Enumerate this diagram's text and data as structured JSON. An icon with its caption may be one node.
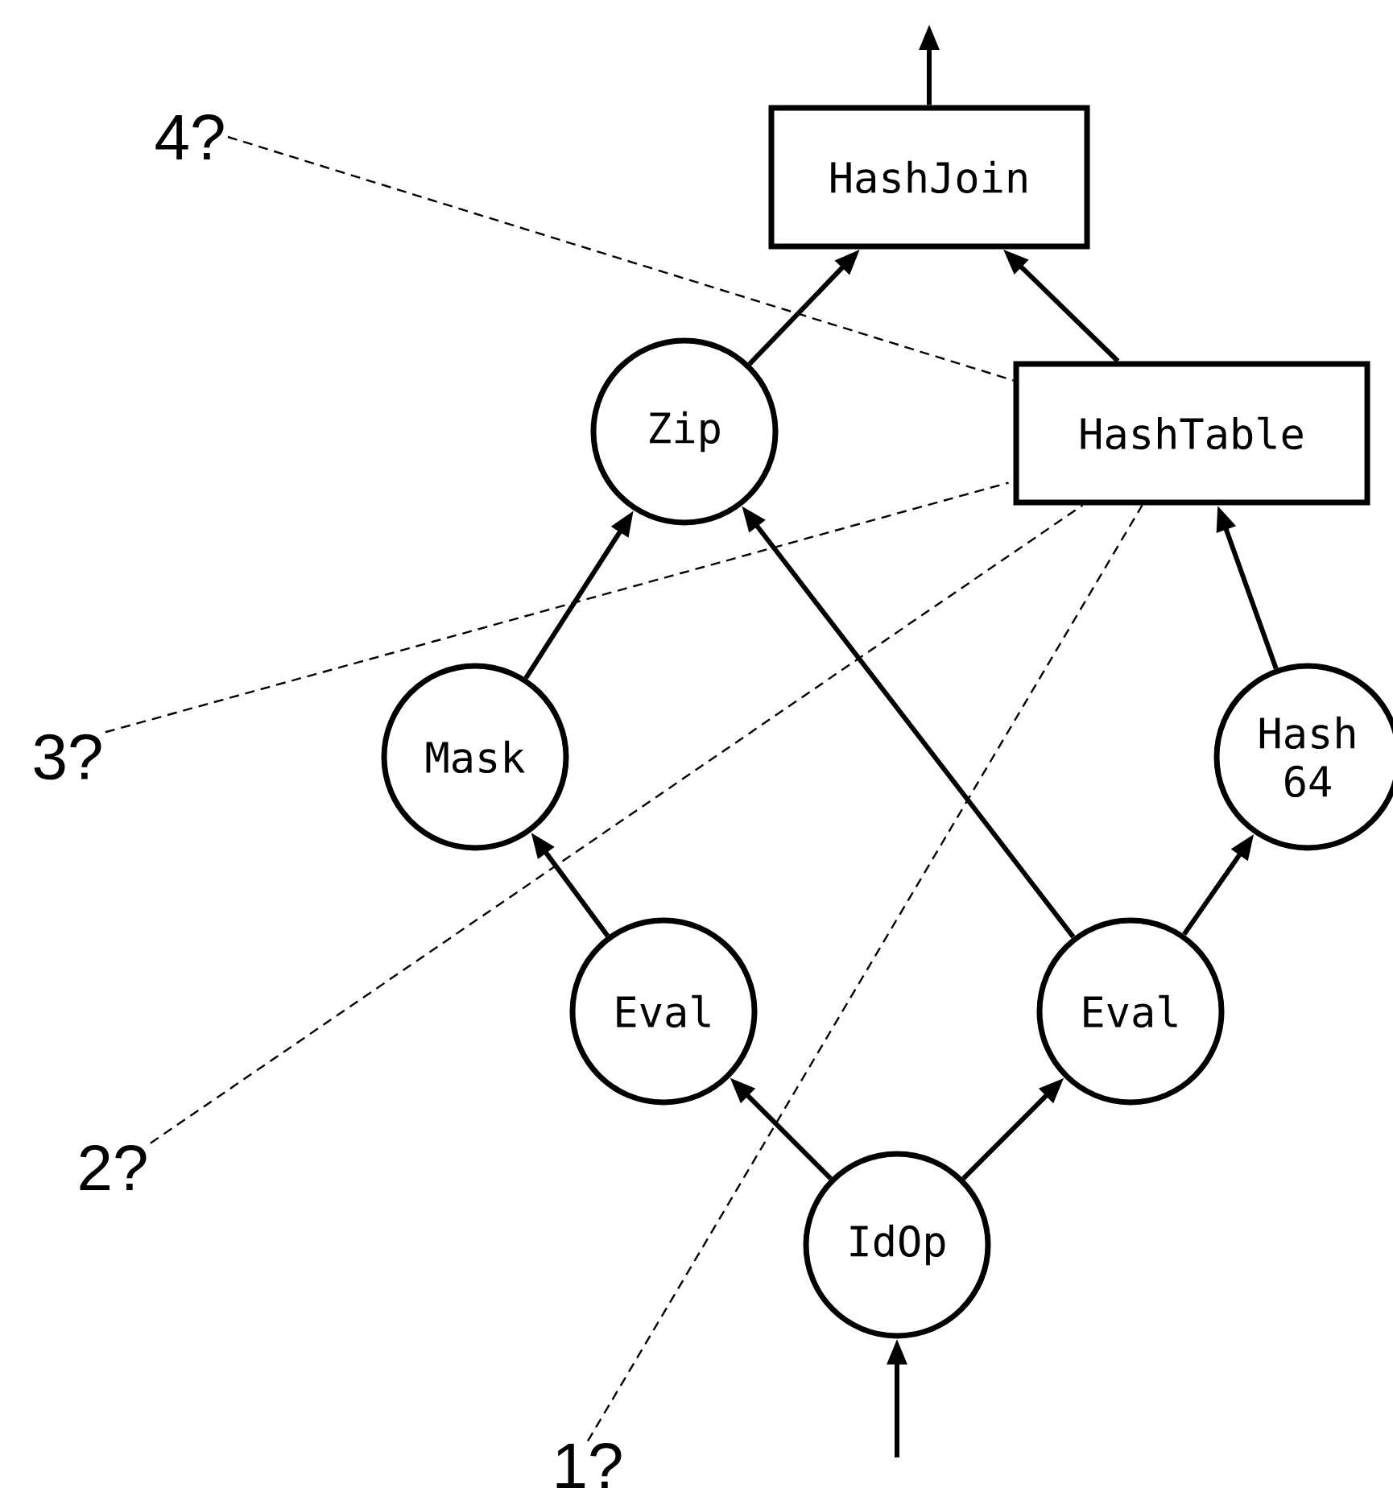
{
  "diagram": {
    "nodes": [
      {
        "text": [
          "HashJoin"
        ]
      },
      {
        "text": [
          "Zip"
        ]
      },
      {
        "text": [
          "HashTable"
        ]
      },
      {
        "text": [
          "Mask"
        ]
      },
      {
        "text": [
          "Hash 64"
        ]
      },
      {
        "text": [
          "Eval"
        ]
      },
      {
        "text": [
          "Eval"
        ]
      },
      {
        "text": [
          "IdOp"
        ]
      },
      {
        "text": [
          "4?"
        ]
      },
      {
        "text": [
          "3?"
        ]
      },
      {
        "text": [
          "2?"
        ]
      },
      {
        "text": [
          "1?"
        ]
      }
    ],
    "edges": [
      {
        "from": 0,
        "to": null,
        "arrow": "to"
      },
      {
        "from": 1,
        "to": 0,
        "arrow": "to"
      },
      {
        "from": 2,
        "to": 0,
        "arrow": "to"
      },
      {
        "from": 3,
        "to": 1,
        "arrow": "to"
      },
      {
        "from": 6,
        "to": 1,
        "arrow": "to"
      },
      {
        "from": 4,
        "to": 2,
        "arrow": "to"
      },
      {
        "from": 5,
        "to": 3,
        "arrow": "to"
      },
      {
        "from": 6,
        "to": 4,
        "arrow": "to"
      },
      {
        "from": 7,
        "to": 5,
        "arrow": "to"
      },
      {
        "from": 7,
        "to": 6,
        "arrow": "to"
      },
      {
        "from": null,
        "to": 7,
        "arrow": "to"
      },
      {
        "from": 8,
        "to": 2,
        "arrow": "none",
        "style": "dashed"
      },
      {
        "from": 9,
        "to": 2,
        "arrow": "none",
        "style": "dashed"
      },
      {
        "from": 10,
        "to": 2,
        "arrow": "none",
        "style": "dashed"
      },
      {
        "from": 11,
        "to": 2,
        "arrow": "none",
        "style": "dashed"
      }
    ]
  }
}
